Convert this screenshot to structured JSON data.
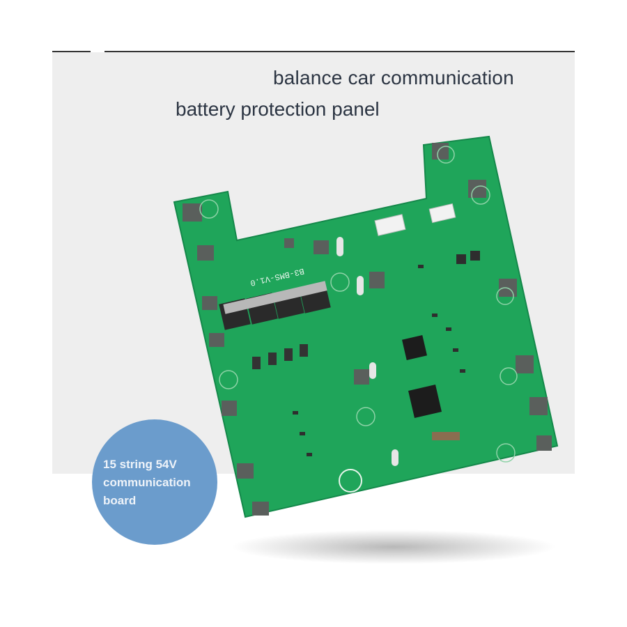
{
  "title_line1": "balance car communication",
  "title_line2": "battery protection panel",
  "badge": {
    "line1": "15 string 54V",
    "line2": "communication",
    "line3": "board",
    "color": "#6b9ccc"
  },
  "pcb": {
    "silkscreen": "B3-BMS-V1.0",
    "color": "#1fa55a"
  }
}
